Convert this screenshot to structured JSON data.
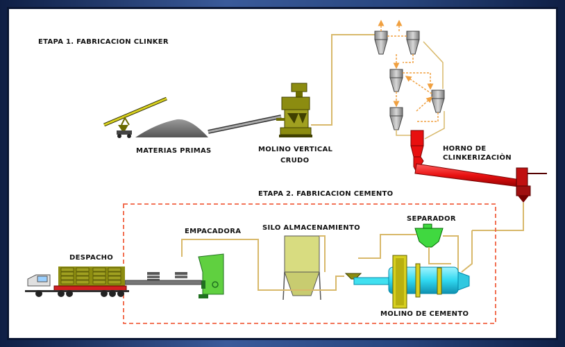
{
  "stage1_title": "ETAPA 1. FABRICACION CLINKER",
  "stage2_title": "ETAPA 2. FABRICACION CEMENTO",
  "labels": {
    "raw_materials": "MATERIAS PRIMAS",
    "vertical_mill_line1": "MOLINO VERTICAL",
    "vertical_mill_line2": "CRUDO",
    "kiln_line1": "HORNO DE",
    "kiln_line2": "CLINKERIZACIÒN",
    "separator": "SEPARADOR",
    "storage_silo": "SILO ALMACENAMIENTO",
    "packer": "EMPACADORA",
    "dispatch": "DESPACHO",
    "cement_mill": "MOLINO DE CEMENTO"
  },
  "colors": {
    "flow_line": "#d8b86a",
    "preheater_arrow": "#f0a040",
    "stage2_border": "#f06040",
    "olive": "#8c8c10",
    "kiln_red": "#e81010",
    "cement_mill_cyan": "#40e0f0",
    "gear_yellow": "#d8d020",
    "separator_green": "#40d840",
    "silo_khaki": "#d8dc80",
    "packer_green": "#60d040"
  }
}
